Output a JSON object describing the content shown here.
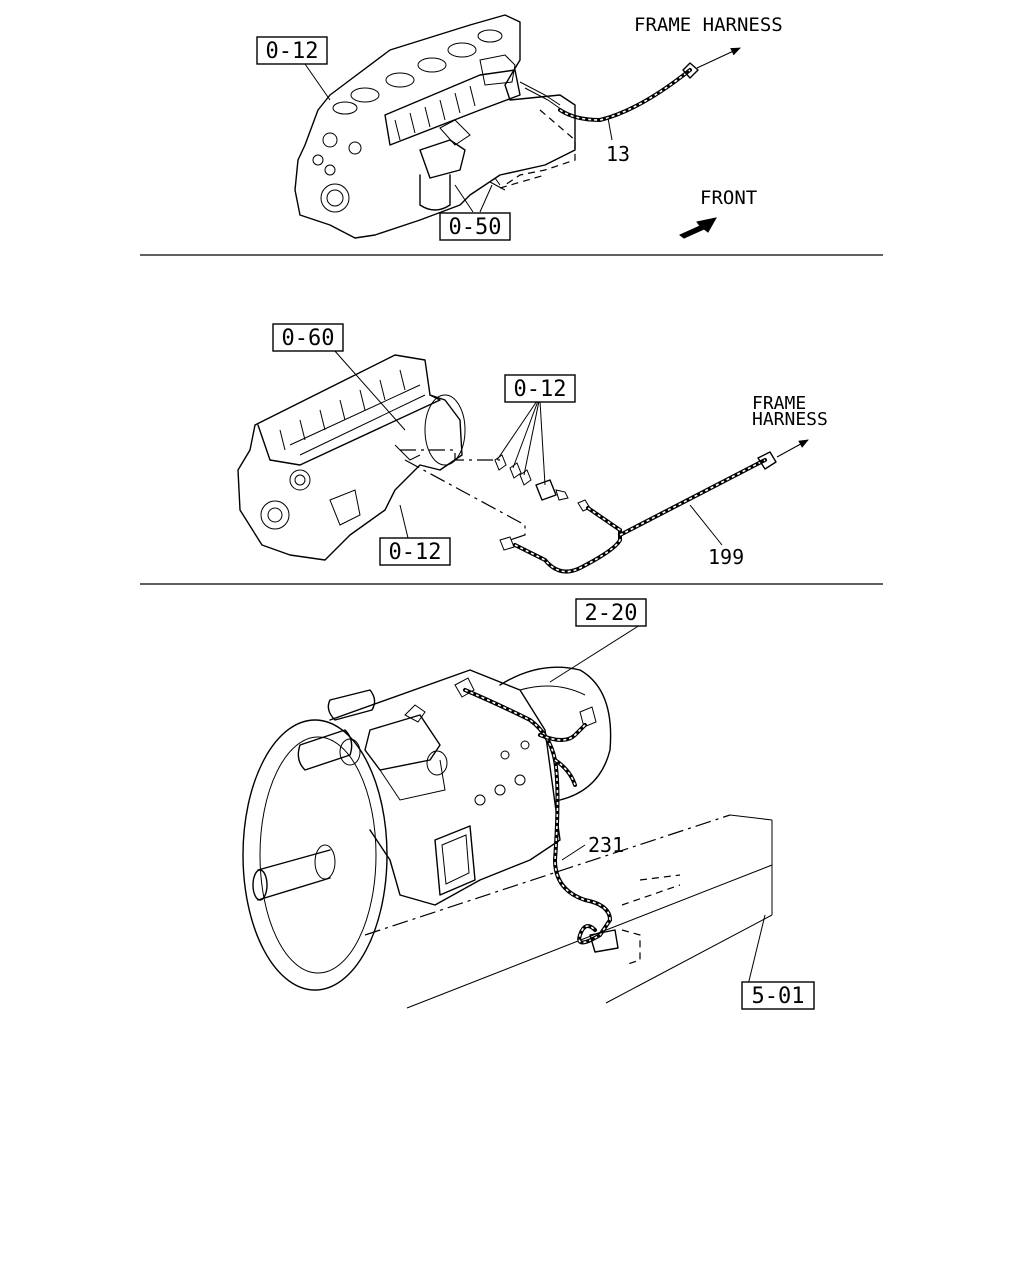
{
  "section1": {
    "ref_engine": "0-12",
    "ref_sensor": "0-50",
    "part_number": "13",
    "label_frame_harness": "FRAME HARNESS",
    "label_front": "FRONT"
  },
  "section2": {
    "ref_top": "0-60",
    "ref_connectors": "0-12",
    "ref_engine": "0-12",
    "part_number": "199",
    "label_frame_line1": "FRAME",
    "label_frame_line2": "HARNESS"
  },
  "section3": {
    "ref_transmission": "2-20",
    "ref_frame": "5-01",
    "part_number": "231"
  }
}
